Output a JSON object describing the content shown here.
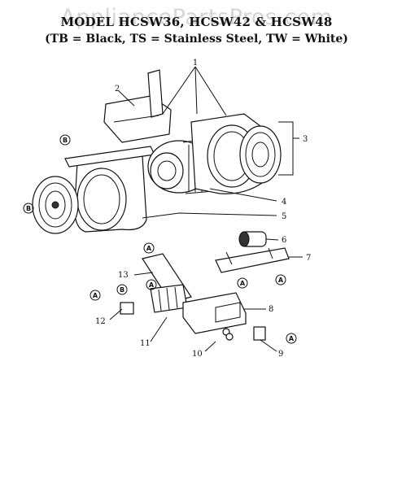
{
  "watermark": "AppliancePartsPros.com",
  "title": {
    "line1": "MODEL HCSW36, HCSW42 & HCSW48",
    "line2": "(TB = Black, TS = Stainless Steel, TW = White)"
  },
  "callouts": {
    "c1": "1",
    "c2": "2",
    "c3": "3",
    "c4": "4",
    "c5": "5",
    "c6": "6",
    "c7": "7",
    "c8": "8",
    "c9": "9",
    "c10": "10",
    "c11": "11",
    "c12": "12",
    "c13": "13"
  },
  "refs": {
    "A": "A",
    "B": "B"
  }
}
